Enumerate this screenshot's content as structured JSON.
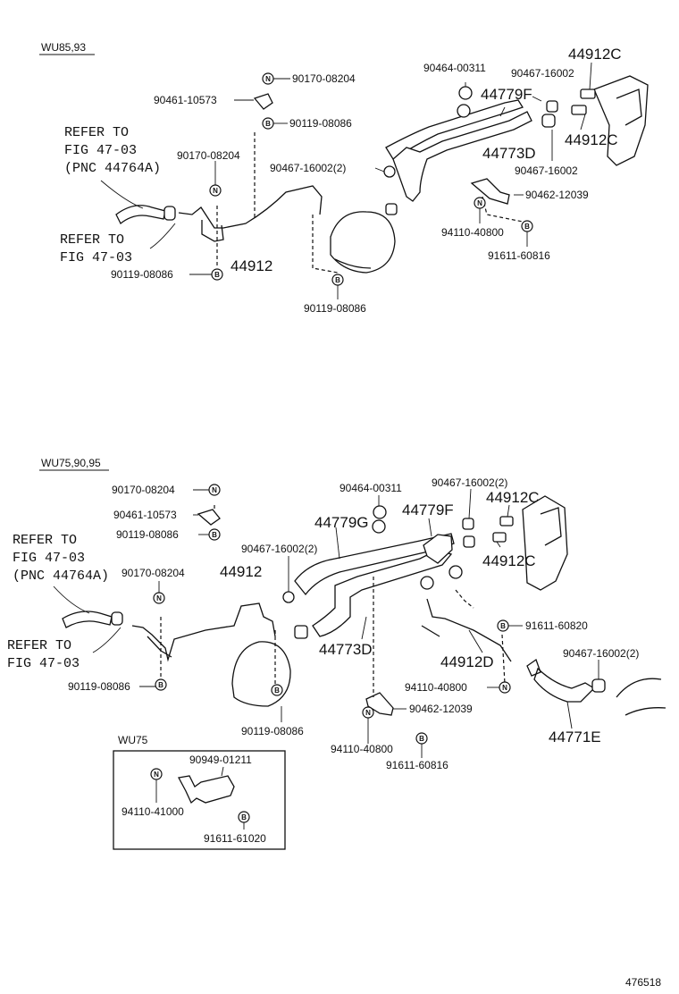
{
  "sections": {
    "top_title": "WU85,93",
    "bottom_title": "WU75,90,95",
    "inset_title": "WU75"
  },
  "top": {
    "p1": "90170-08204",
    "p2": "90461-10573",
    "p3": "90119-08086",
    "p4": "90170-08204",
    "p5": "44912",
    "p6": "90119-08086",
    "p7": "90119-08086",
    "p8": "90467-16002(2)",
    "p9": "90464-00311",
    "p10": "44779F",
    "p11": "44773D",
    "p12": "90467-16002",
    "p13": "44912C",
    "p14": "44912C",
    "p15": "90467-16002",
    "p16": "90462-12039",
    "p17": "94110-40800",
    "p18": "91611-60816",
    "ref1": [
      "REFER TO",
      "FIG 47-03",
      "(PNC 44764A)"
    ],
    "ref2": [
      "REFER TO",
      "FIG 47-03"
    ]
  },
  "bottom": {
    "p1": "90170-08204",
    "p2": "90461-10573",
    "p3": "90119-08086",
    "p4": "90170-08204",
    "p5": "44912",
    "p6": "90119-08086",
    "p7": "90119-08086",
    "p8": "90467-16002(2)",
    "p9": "90464-00311",
    "p10": "44779G",
    "p11": "44779F",
    "p12": "90467-16002(2)",
    "p13": "44912C",
    "p14": "44912C",
    "p15": "44773D",
    "p16": "91611-60820",
    "p17": "44912D",
    "p18": "90467-16002(2)",
    "p19": "94110-40800",
    "p20": "90462-12039",
    "p21": "94110-40800",
    "p22": "91611-60816",
    "p23": "44771E",
    "ref1": [
      "REFER TO",
      "FIG 47-03",
      "(PNC 44764A)"
    ],
    "ref2": [
      "REFER TO",
      "FIG 47-03"
    ]
  },
  "inset": {
    "p1": "90949-01211",
    "p2": "94110-41000",
    "p3": "91611-61020"
  },
  "symbols": {
    "nut": "N",
    "bolt": "B"
  },
  "figure_number": "476518"
}
